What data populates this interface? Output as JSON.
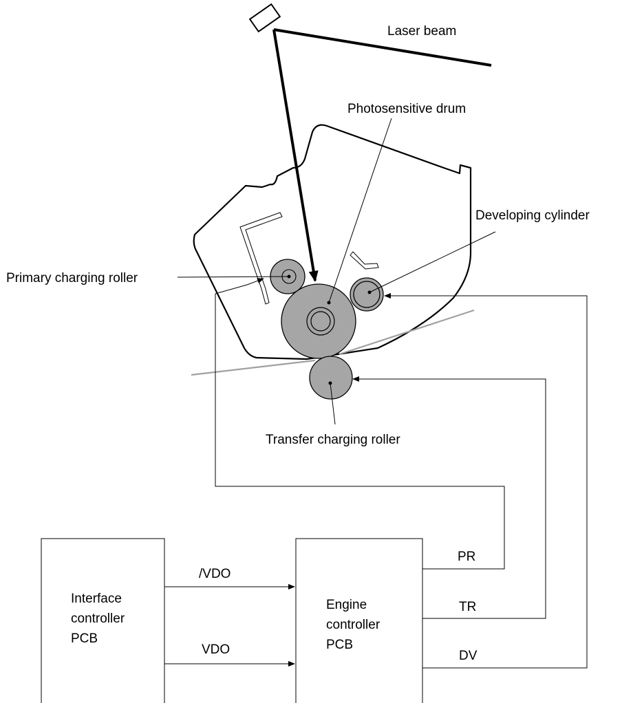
{
  "labels": {
    "laser_beam": "Laser beam",
    "photosensitive_drum": "Photosensitive drum",
    "developing_cylinder": "Developing cylinder",
    "primary_charging_roller": "Primary charging roller",
    "transfer_charging_roller": "Transfer charging roller"
  },
  "boxes": {
    "interface": [
      "Interface",
      "controller",
      "PCB"
    ],
    "engine": [
      "Engine",
      "controller",
      "PCB"
    ]
  },
  "signals": {
    "vdo_inv": "/VDO",
    "vdo": "VDO",
    "pr": "PR",
    "tr": "TR",
    "dv": "DV"
  },
  "colors": {
    "roller_fill": "#a6a6a6",
    "paper_path": "#a0a0a0",
    "line": "#000000"
  }
}
